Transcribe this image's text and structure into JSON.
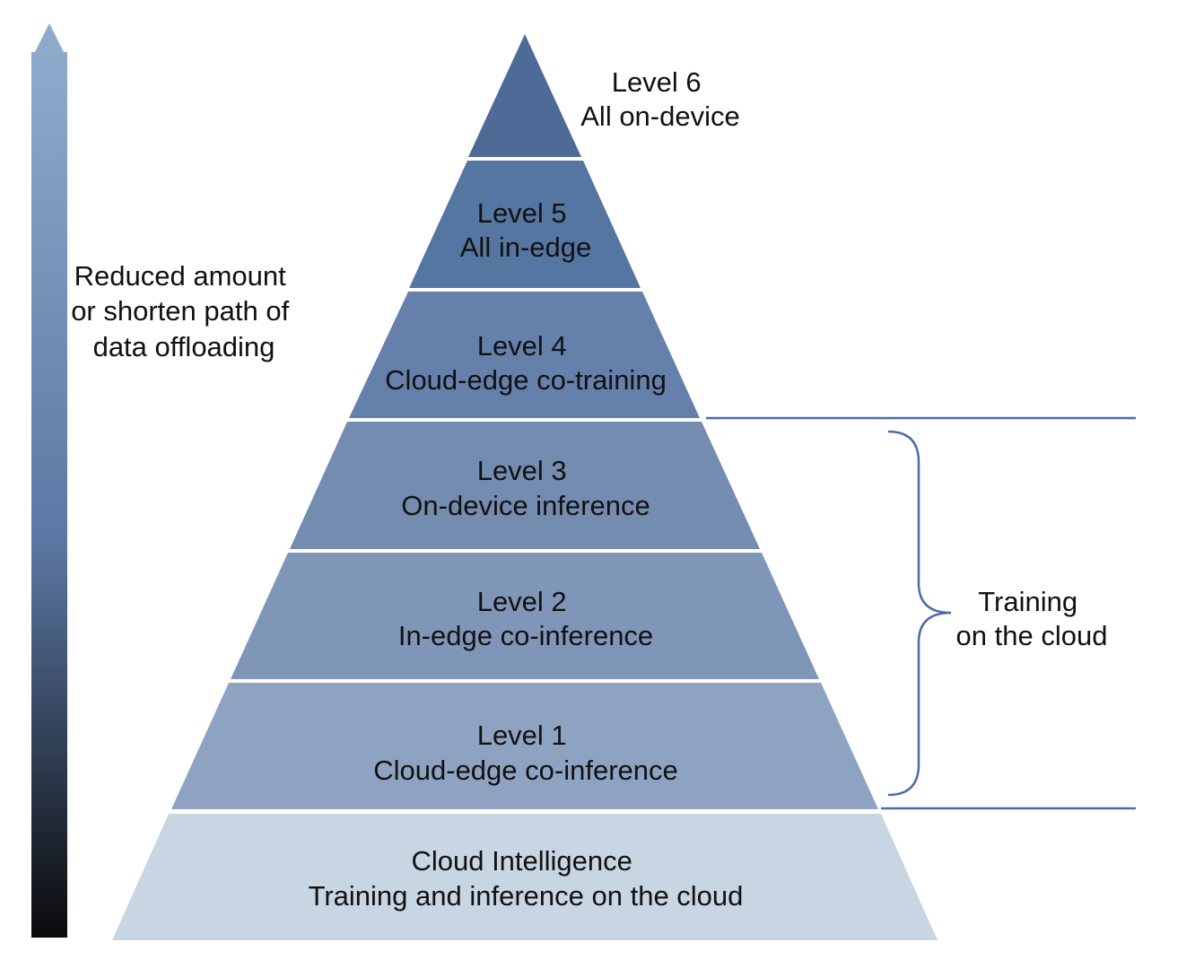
{
  "arrow": {
    "label_lines": [
      "Reduced amount",
      "or shorten path of",
      "data offloading"
    ]
  },
  "levels": [
    {
      "title": "Level 6",
      "subtitle": "All on-device",
      "color": "#4d6b96"
    },
    {
      "title": "Level 5",
      "subtitle": "All in-edge",
      "color": "#5676a2"
    },
    {
      "title": "Level 4",
      "subtitle": "Cloud-edge co-training",
      "color": "#6580aa"
    },
    {
      "title": "Level 3",
      "subtitle": "On-device inference",
      "color": "#738caf"
    },
    {
      "title": "Level 2",
      "subtitle": "In-edge co-inference",
      "color": "#8096b8"
    },
    {
      "title": "Level 1",
      "subtitle": "Cloud-edge co-inference",
      "color": "#8ea2c1"
    }
  ],
  "base": {
    "title": "Cloud Intelligence",
    "subtitle": "Training and inference on the cloud",
    "color": "#c8d5e3"
  },
  "bracket": {
    "label_lines": [
      "Training",
      "on the cloud"
    ],
    "color": "#4a6fa5"
  },
  "colors": {
    "arrow_top": "#8eaacb",
    "arrow_mid": "#5b78a5",
    "arrow_bottom": "#0a0a0a"
  }
}
